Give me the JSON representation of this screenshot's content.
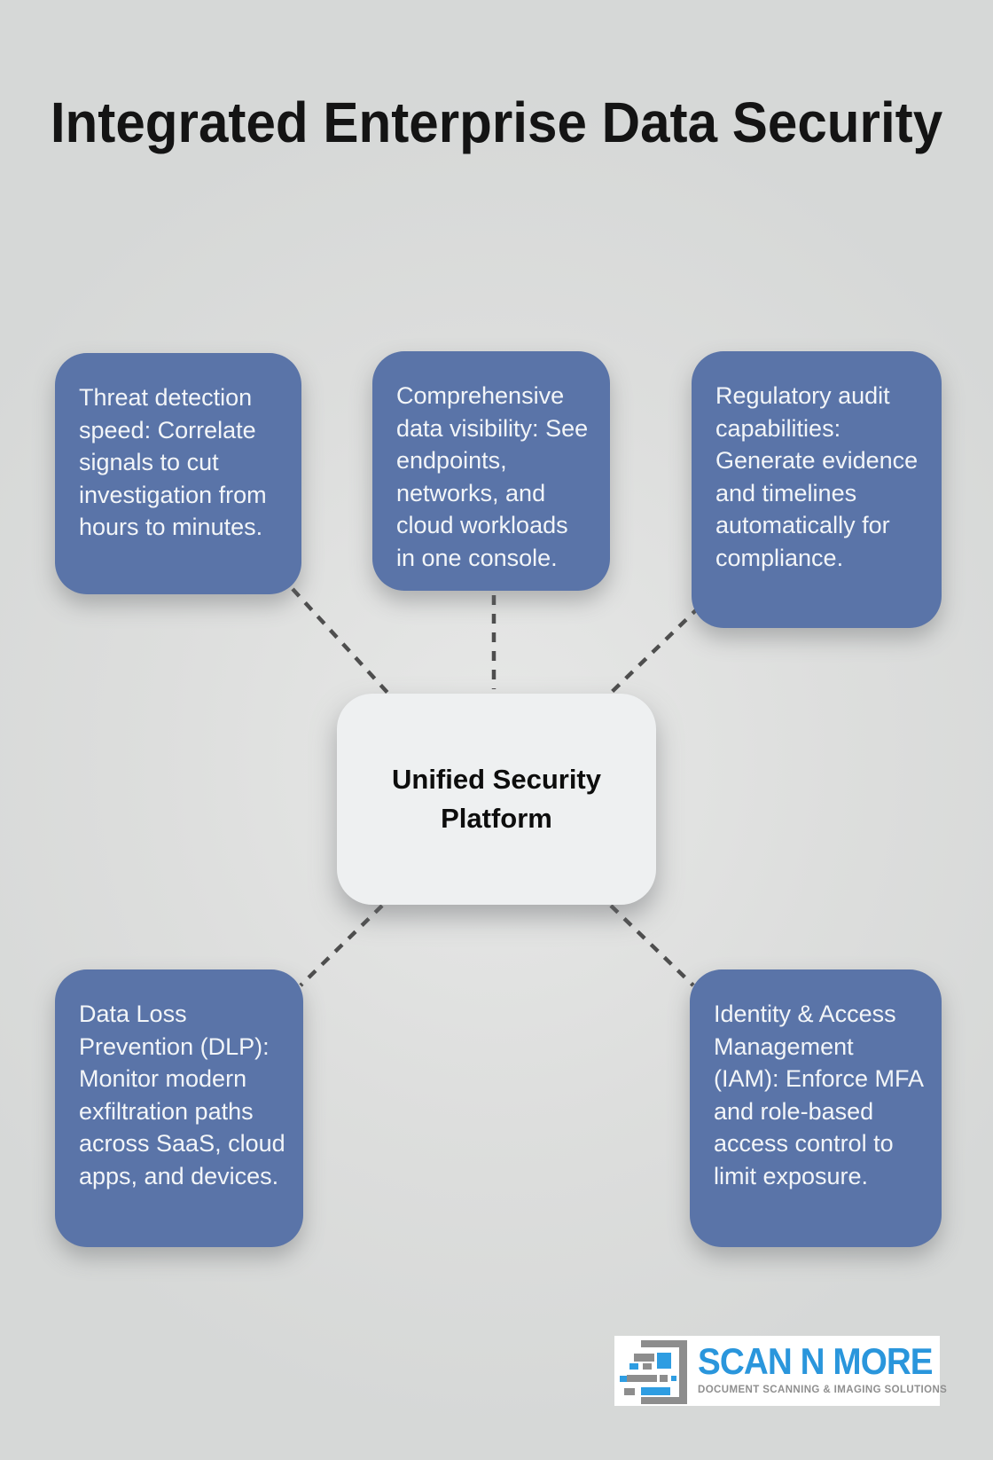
{
  "title": "Integrated Enterprise Data Security",
  "diagram": {
    "center": {
      "label": "Unified Security Platform"
    },
    "nodes": [
      {
        "id": "threat-detection",
        "text": "Threat detection speed: Correlate signals to cut investigation from hours to minutes."
      },
      {
        "id": "data-visibility",
        "text": "Comprehensive data visibility: See endpoints, networks, and cloud workloads in one console."
      },
      {
        "id": "regulatory-audit",
        "text": "Regulatory audit capabilities: Generate evidence and timelines automatically for compliance."
      },
      {
        "id": "dlp",
        "text": "Data Loss Prevention (DLP): Monitor modern exfiltration paths across SaaS, cloud apps, and devices."
      },
      {
        "id": "iam",
        "text": "Identity & Access Management (IAM): Enforce MFA and role-based access control to limit exposure."
      }
    ],
    "node_color": "#5a74a8",
    "center_color": "#eef0f1",
    "connector_color": "#4e4e4e",
    "connector_style": "dashed"
  },
  "footer_logo": {
    "brand": "SCAN N MORE",
    "tagline": "DOCUMENT SCANNING & IMAGING SOLUTIONS",
    "brand_color": "#2a96dc",
    "tagline_color": "#8f8f8f",
    "icon": "pixel-scan-document-icon"
  }
}
